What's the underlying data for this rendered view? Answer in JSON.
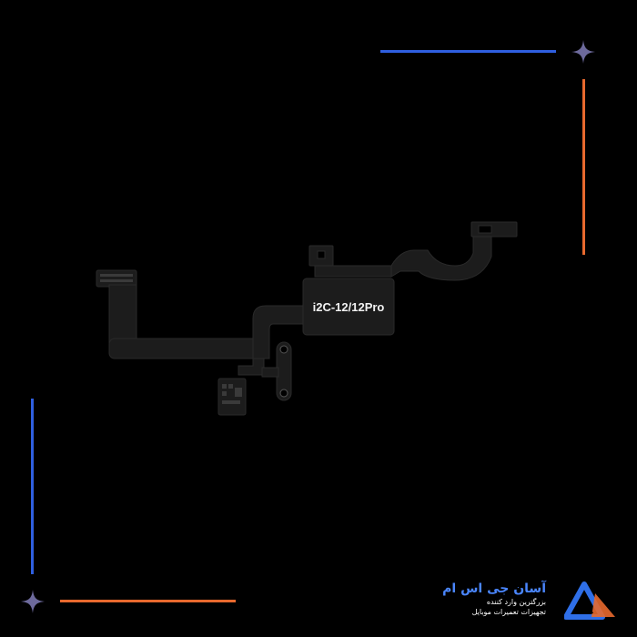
{
  "product": {
    "label": "i2C-12/12Pro"
  },
  "logo": {
    "title": "آسان جی اس ام",
    "subtitle_line1": "بزرگترین وارد کننده",
    "subtitle_line2": "تجهیزات تعمیرات موبایل"
  },
  "colors": {
    "background": "#000000",
    "accent_blue": "#2f5fe0",
    "accent_orange": "#e8692e",
    "flex_cable": "#1c1c1c",
    "star": "#6d6a9c"
  }
}
